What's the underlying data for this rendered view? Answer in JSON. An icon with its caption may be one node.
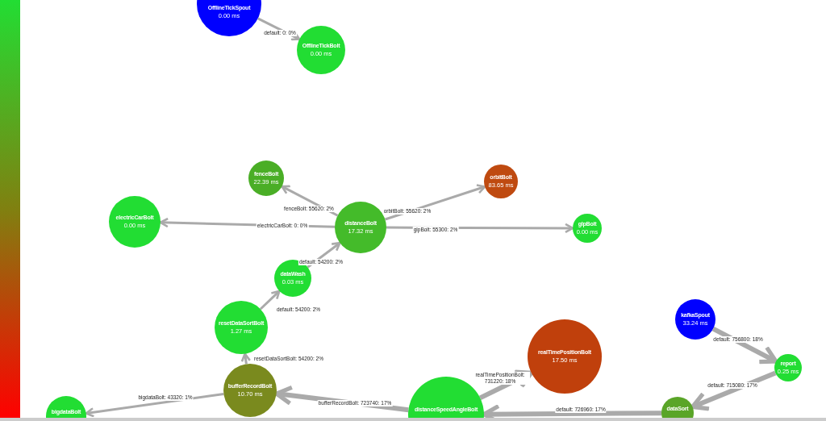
{
  "diagram": {
    "nodes": [
      {
        "text": [
          "OfflineTickSpout",
          "0.00 ms"
        ]
      },
      {
        "text": [
          "OfflineTickBolt",
          "0.00 ms"
        ]
      },
      {
        "text": [
          "fenceBolt",
          "22.39 ms"
        ]
      },
      {
        "text": [
          "orbitBolt",
          "83.65 ms"
        ]
      },
      {
        "text": [
          "electricCarBolt",
          "0.00 ms"
        ]
      },
      {
        "text": [
          "distanceBolt",
          "17.32 ms"
        ]
      },
      {
        "text": [
          "glpBolt",
          "0.00 ms"
        ]
      },
      {
        "text": [
          "dataWash",
          "0.03 ms"
        ]
      },
      {
        "text": [
          "kafkaSpout",
          "33.24 ms"
        ]
      },
      {
        "text": [
          "resetDataSortBolt",
          "1.27 ms"
        ]
      },
      {
        "text": [
          "realTimePositionBolt",
          "17.50 ms"
        ]
      },
      {
        "text": [
          "report",
          "0.25 ms"
        ]
      },
      {
        "text": [
          "bufferRecordBolt",
          "10.70 ms"
        ]
      },
      {
        "text": [
          "bigdataBolt"
        ]
      },
      {
        "text": [
          "distanceSpeedAngleBolt"
        ]
      },
      {
        "text": [
          "dataSort"
        ]
      },
      {
        "text": [],
        "shape": "bar"
      }
    ],
    "edges": [
      {
        "from": 0,
        "to": 1,
        "arrow": "to",
        "label": "default: 0: 0%"
      },
      {
        "from": 5,
        "to": 2,
        "arrow": "to",
        "label": "fenceBolt: 55620: 2%"
      },
      {
        "from": 5,
        "to": 4,
        "arrow": "to",
        "label": "electricCarBolt: 0: 0%"
      },
      {
        "from": 5,
        "to": 3,
        "arrow": "to",
        "label": "orbitBolt: 55620: 2%"
      },
      {
        "from": 5,
        "to": 6,
        "arrow": "to",
        "label": "glpBolt: 55300: 2%"
      },
      {
        "from": 7,
        "to": 5,
        "arrow": "to",
        "label": "default: 54200: 2%"
      },
      {
        "from": 9,
        "to": 7,
        "arrow": "to",
        "label": "default: 54200: 2%"
      },
      {
        "from": 12,
        "to": 9,
        "arrow": "to",
        "label": "resetDataSortBolt: 54200: 2%"
      },
      {
        "from": 12,
        "to": 13,
        "arrow": "to",
        "label": "bigdataBolt: 43320: 1%"
      },
      {
        "from": 14,
        "to": 12,
        "arrow": "to",
        "label": "bufferRecordBolt: 723740: 17%",
        "style": "thick"
      },
      {
        "from": 14,
        "to": 10,
        "arrow": "to",
        "label": "realTimePositionBolt: 731220: 18%",
        "style": "thick"
      },
      {
        "from": 15,
        "to": 14,
        "arrow": "to",
        "label": "default: 726960: 17%",
        "style": "thick"
      },
      {
        "from": 8,
        "to": 11,
        "arrow": "to",
        "label": "default: 756800: 18%",
        "style": "thick"
      },
      {
        "from": 11,
        "to": 15,
        "arrow": "to",
        "label": "default: 715080: 17%",
        "style": "thick"
      }
    ]
  }
}
